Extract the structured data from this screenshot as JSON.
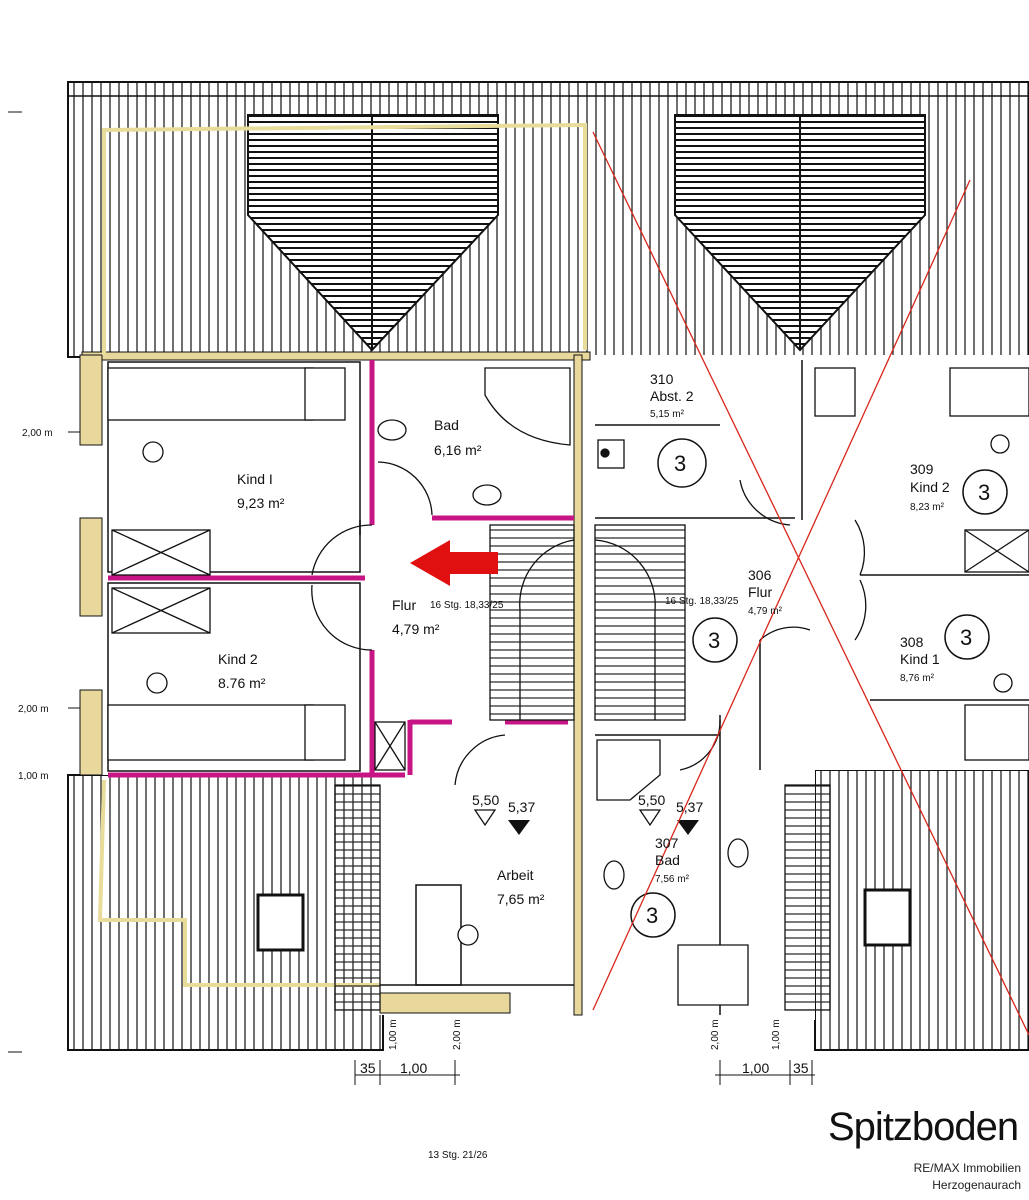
{
  "plan_title": "Spitzboden",
  "credit_line1": "RE/MAX Immobilien",
  "credit_line2": "Herzogenaurach",
  "footer_stairs_note": "13 Stg. 21/26",
  "colors": {
    "wall_new": "#c71585",
    "wall_existing": "#e8d89c",
    "arrow": "#e01010",
    "cross_line": "#d9261c",
    "line": "#111111"
  },
  "left_unit": {
    "rooms": [
      {
        "name": "Kind I",
        "area": "9,23 m²"
      },
      {
        "name": "Kind 2",
        "area": "8.76 m²"
      },
      {
        "name": "Bad",
        "area": "6,16 m²"
      },
      {
        "name": "Flur",
        "area": "4,79 m²"
      },
      {
        "name": "Arbeit",
        "area": "7,65 m²"
      }
    ],
    "stairs_label": "16 Stg. 18,33/25",
    "level_a": "5,50",
    "level_b": "5,37"
  },
  "right_unit": {
    "rooms": [
      {
        "number": "310",
        "name": "Abst. 2",
        "area": "5,15 m²"
      },
      {
        "number": "309",
        "name": "Kind 2",
        "area": "8,23 m²"
      },
      {
        "number": "306",
        "name": "Flur",
        "area": "4,79 m²"
      },
      {
        "number": "308",
        "name": "Kind 1",
        "area": "8,76 m²"
      },
      {
        "number": "307",
        "name": "Bad",
        "area": "7,56 m²"
      }
    ],
    "stairs_label": "16 Stg. 18,33/25",
    "level_a": "5,50",
    "level_b": "5,37",
    "badge": "3"
  },
  "dimensions": {
    "left_200a": "2,00 m",
    "left_200b": "2,00 m",
    "left_100": "1,00 m",
    "bottom_35_left": "35",
    "bottom_100_left": "1,00",
    "bottom_100_right": "1,00",
    "bottom_35_right": "35",
    "vert_100_a": "1,00 m",
    "vert_200_a": "2,00 m",
    "vert_200_b": "2,00 m",
    "vert_100_b": "1,00 m"
  }
}
